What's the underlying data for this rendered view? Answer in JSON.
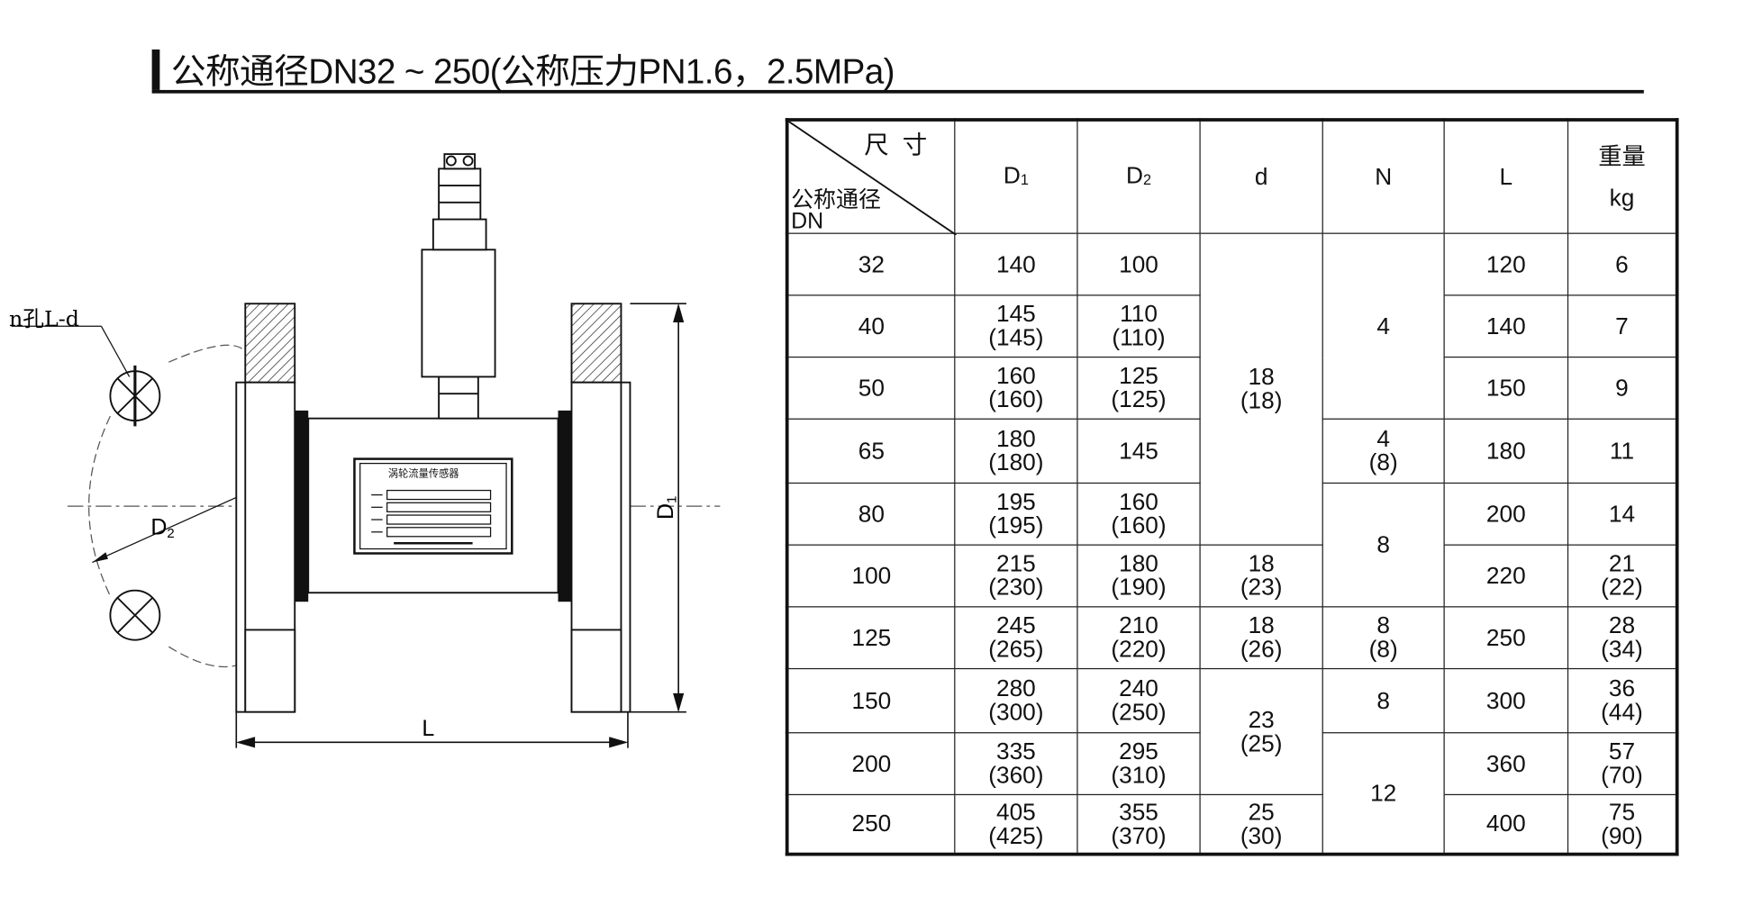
{
  "title": "公称通径DN32 ~ 250(公称压力PN1.6，2.5MPa)",
  "drawing": {
    "hole_label": "n孔L-d",
    "d2_label": "D",
    "d2_sub": "2",
    "d1_label": "D",
    "d1_sub": "1",
    "length_label": "L",
    "nameplate_title": "涡轮流量传感器"
  },
  "table": {
    "header": {
      "size_label": "尺寸",
      "dn_label_1": "公称通径",
      "dn_label_2": "DN",
      "d1": "D",
      "d1_sub": "1",
      "d2": "D",
      "d2_sub": "2",
      "d": "d",
      "n": "N",
      "l": "L",
      "weight": "重量",
      "weight_unit": "kg"
    },
    "rows": [
      {
        "dn": "32",
        "d1": [
          "140"
        ],
        "d2": [
          "100"
        ],
        "l": "120",
        "kg": [
          "6"
        ]
      },
      {
        "dn": "40",
        "d1": [
          "145",
          "(145)"
        ],
        "d2": [
          "110",
          "(110)"
        ],
        "l": "140",
        "kg": [
          "7"
        ]
      },
      {
        "dn": "50",
        "d1": [
          "160",
          "(160)"
        ],
        "d2": [
          "125",
          "(125)"
        ],
        "l": "150",
        "kg": [
          "9"
        ]
      },
      {
        "dn": "65",
        "d1": [
          "180",
          "(180)"
        ],
        "d2": [
          "145"
        ],
        "l": "180",
        "kg": [
          "11"
        ]
      },
      {
        "dn": "80",
        "d1": [
          "195",
          "(195)"
        ],
        "d2": [
          "160",
          "(160)"
        ],
        "l": "200",
        "kg": [
          "14"
        ]
      },
      {
        "dn": "100",
        "d1": [
          "215",
          "(230)"
        ],
        "d2": [
          "180",
          "(190)"
        ],
        "l": "220",
        "kg": [
          "21",
          "(22)"
        ]
      },
      {
        "dn": "125",
        "d1": [
          "245",
          "(265)"
        ],
        "d2": [
          "210",
          "(220)"
        ],
        "l": "250",
        "kg": [
          "28",
          "(34)"
        ]
      },
      {
        "dn": "150",
        "d1": [
          "280",
          "(300)"
        ],
        "d2": [
          "240",
          "(250)"
        ],
        "l": "300",
        "kg": [
          "36",
          "(44)"
        ]
      },
      {
        "dn": "200",
        "d1": [
          "335",
          "(360)"
        ],
        "d2": [
          "295",
          "(310)"
        ],
        "l": "360",
        "kg": [
          "57",
          "(70)"
        ]
      },
      {
        "dn": "250",
        "d1": [
          "405",
          "(425)"
        ],
        "d2": [
          "355",
          "(370)"
        ],
        "l": "400",
        "kg": [
          "75",
          "(90)"
        ]
      }
    ],
    "d_cells": [
      {
        "rows": "32-80",
        "v": [
          "18",
          "(18)"
        ]
      },
      {
        "rows": "100",
        "v": [
          "18",
          "(23)"
        ]
      },
      {
        "rows": "125",
        "v": [
          "18",
          "(26)"
        ]
      },
      {
        "rows": "150-200",
        "v": [
          "23",
          "(25)"
        ]
      },
      {
        "rows": "250",
        "v": [
          "25",
          "(30)"
        ]
      }
    ],
    "n_cells": [
      {
        "rows": "32-50",
        "v": [
          "4"
        ]
      },
      {
        "rows": "65",
        "v": [
          "4",
          "(8)"
        ]
      },
      {
        "rows": "80-100",
        "v": [
          "8"
        ]
      },
      {
        "rows": "125",
        "v": [
          "8",
          "(8)"
        ]
      },
      {
        "rows": "150",
        "v": [
          "8"
        ]
      },
      {
        "rows": "200-250",
        "v": [
          "12"
        ]
      }
    ]
  }
}
